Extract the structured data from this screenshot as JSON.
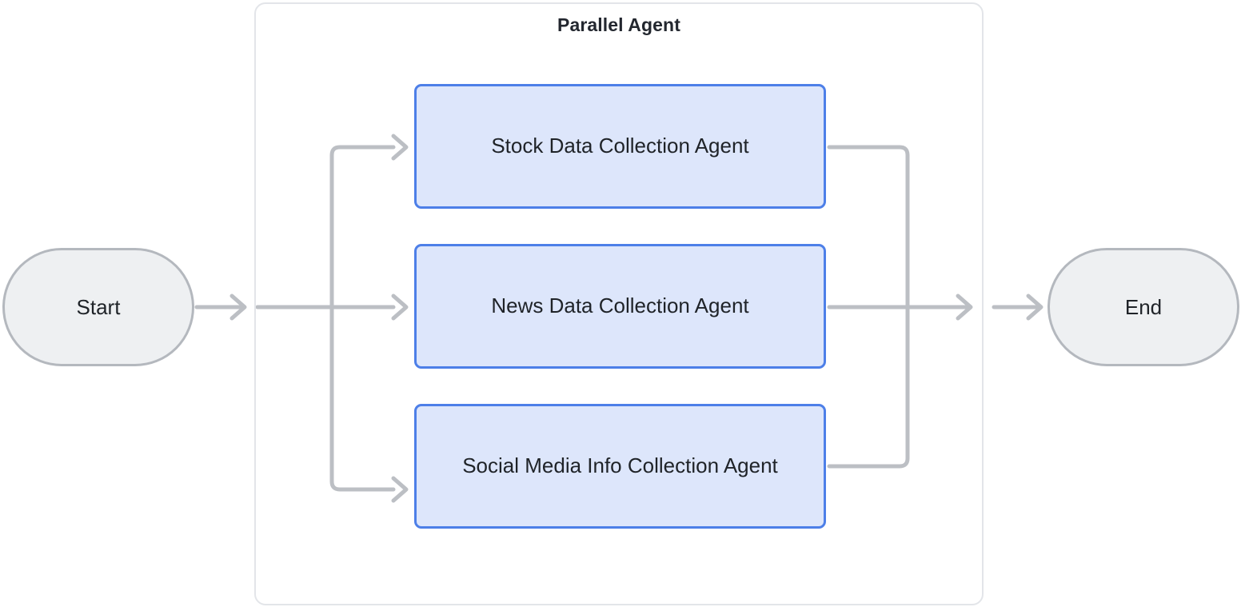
{
  "diagram": {
    "type": "flowchart",
    "orientation": "left-to-right",
    "background_color": "#ffffff",
    "group": {
      "title": "Parallel Agent",
      "border_color": "#e3e5e9"
    },
    "terminals": [
      {
        "id": "start",
        "label": "Start",
        "shape": "stadium",
        "fill": "#eef0f2",
        "stroke": "#b4b8be"
      },
      {
        "id": "end",
        "label": "End",
        "shape": "stadium",
        "fill": "#eef0f2",
        "stroke": "#b4b8be"
      }
    ],
    "agents": [
      {
        "id": "agent-0",
        "label": "Stock Data Collection Agent",
        "fill": "#dde6fb",
        "stroke": "#4d7fe8"
      },
      {
        "id": "agent-1",
        "label": "News Data Collection Agent",
        "fill": "#dde6fb",
        "stroke": "#4d7fe8"
      },
      {
        "id": "agent-2",
        "label": "Social Media Info Collection Agent",
        "fill": "#dde6fb",
        "stroke": "#4d7fe8"
      }
    ],
    "edges": {
      "stroke": "#bcbfc4",
      "list": [
        {
          "from": "start",
          "to": "parallel-agent"
        },
        {
          "from": "parallel-agent",
          "to": "agent-0"
        },
        {
          "from": "parallel-agent",
          "to": "agent-1"
        },
        {
          "from": "parallel-agent",
          "to": "agent-2"
        },
        {
          "from": "agent-0",
          "to": "merge"
        },
        {
          "from": "agent-1",
          "to": "merge"
        },
        {
          "from": "agent-2",
          "to": "merge"
        },
        {
          "from": "merge",
          "to": "end"
        }
      ]
    }
  }
}
